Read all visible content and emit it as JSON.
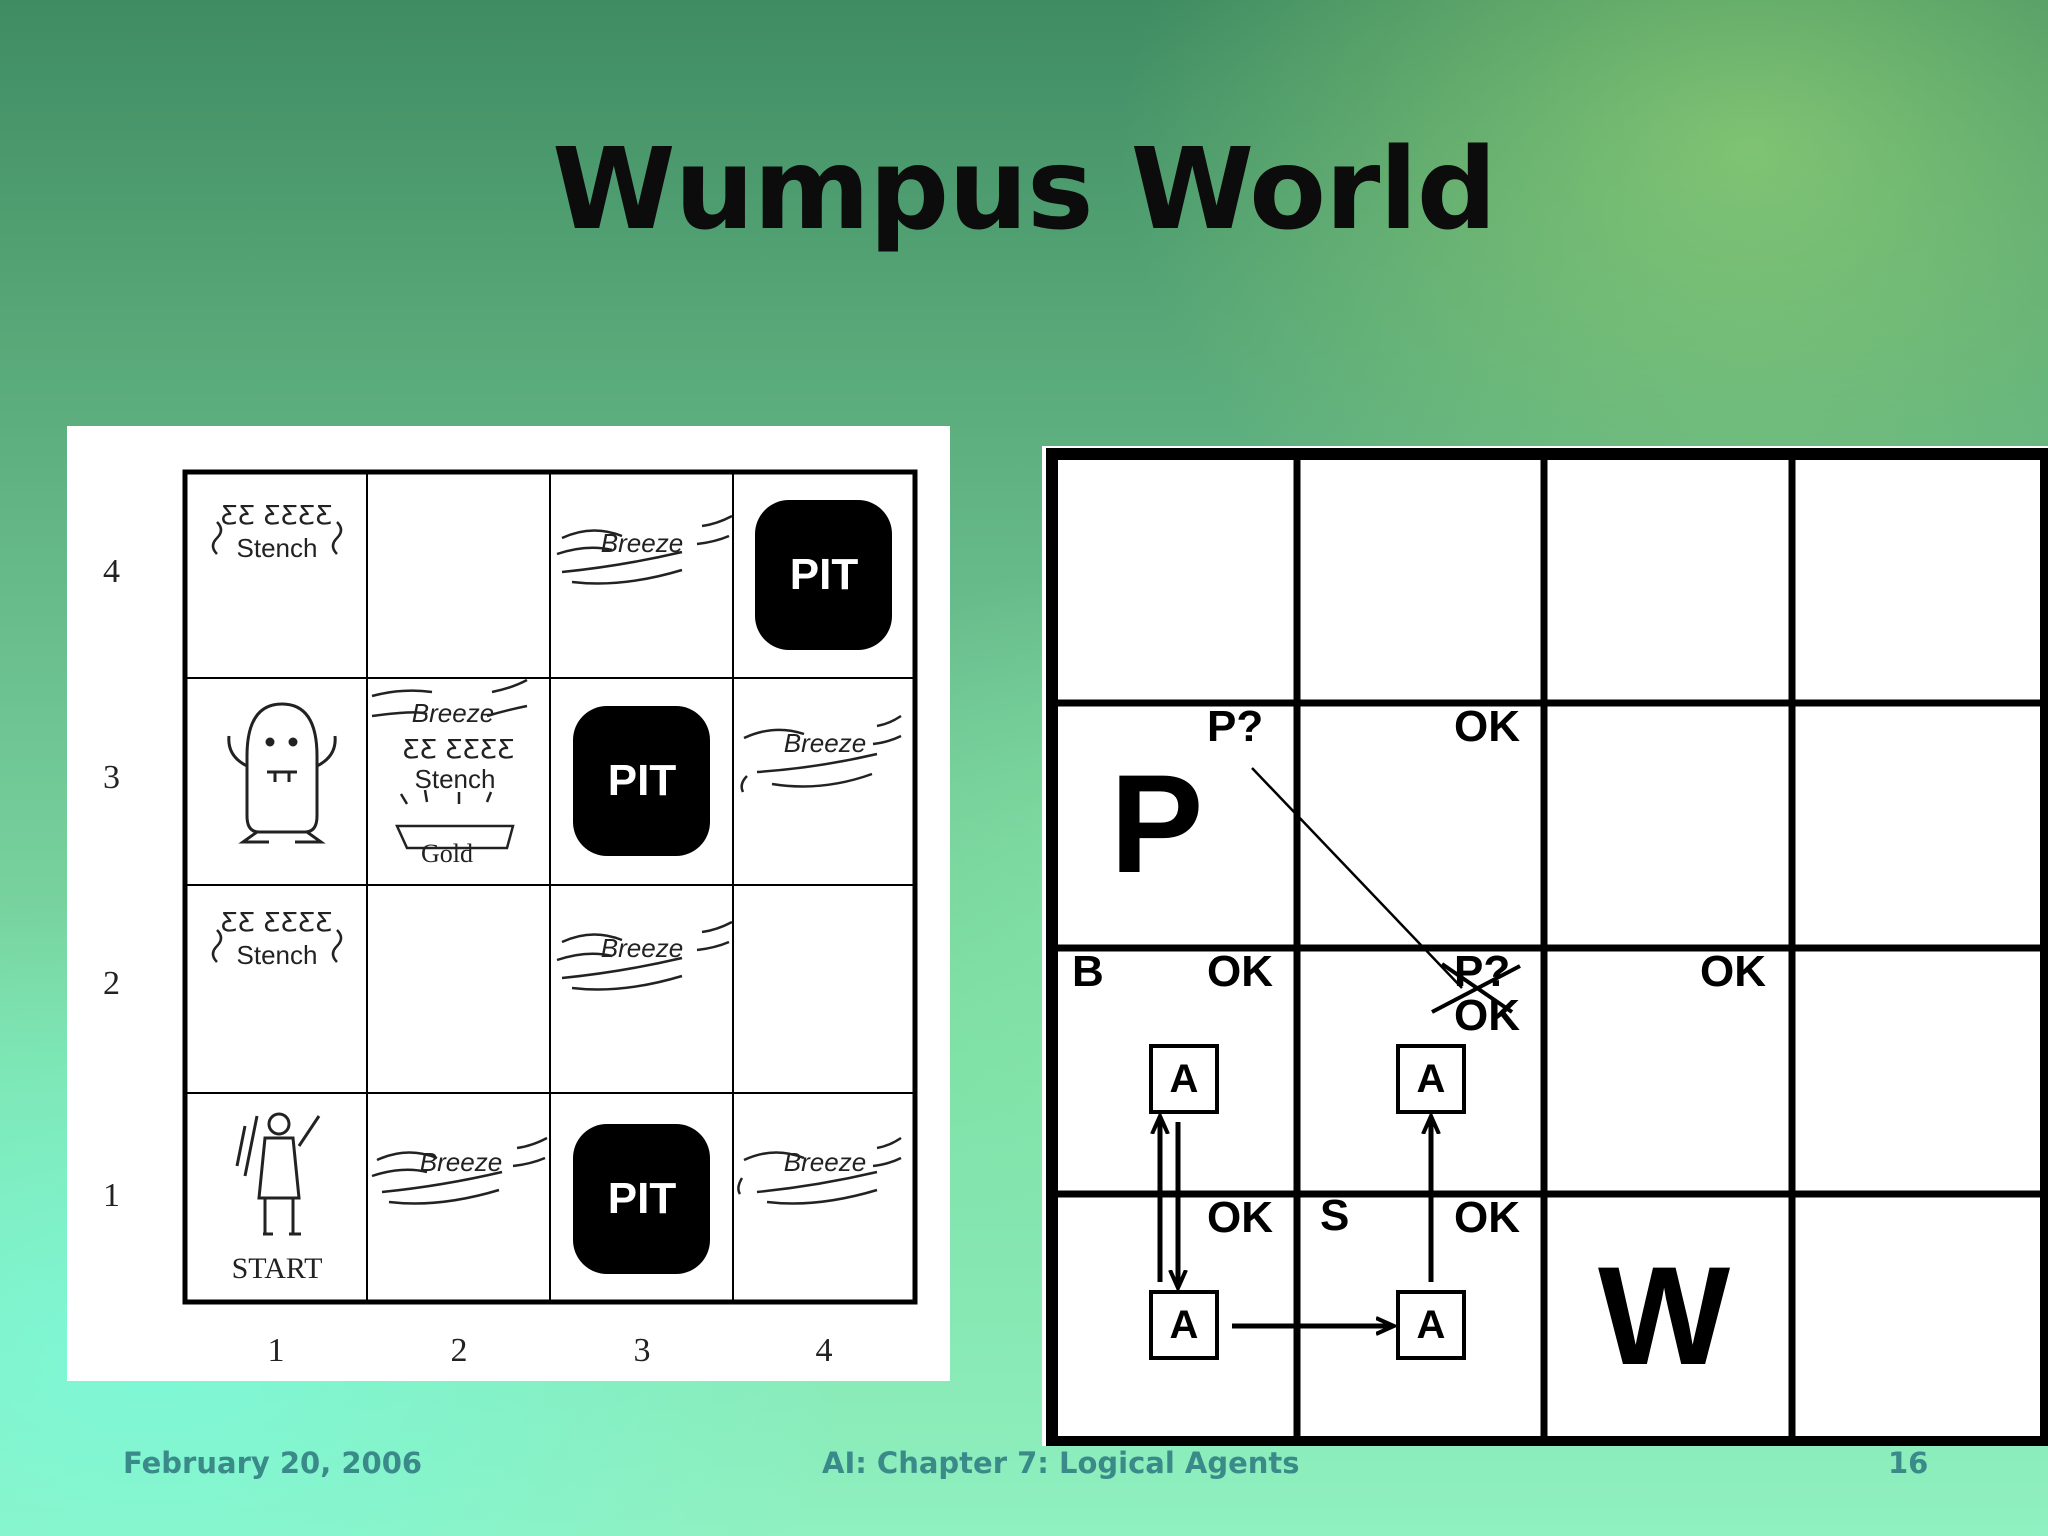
{
  "slide": {
    "title": "Wumpus World",
    "footer_date": "February 20, 2006",
    "footer_course": "AI: Chapter 7: Logical Agents",
    "footer_page": "16"
  },
  "left_world": {
    "row_labels": [
      "4",
      "3",
      "2",
      "1"
    ],
    "col_labels": [
      "1",
      "2",
      "3",
      "4"
    ],
    "stench": "Stench",
    "breeze": "Breeze",
    "pit": "PIT",
    "gold": "Gold",
    "start": "START",
    "stench_glyphs": "ƸƸ ƸƸƸƸ"
  },
  "knowledge_grid": {
    "P_big": "P",
    "W_big": "W",
    "P_question": "P?",
    "crossed_P_question": "P?",
    "OK": "OK",
    "B": "B",
    "S": "S",
    "A": "A"
  }
}
